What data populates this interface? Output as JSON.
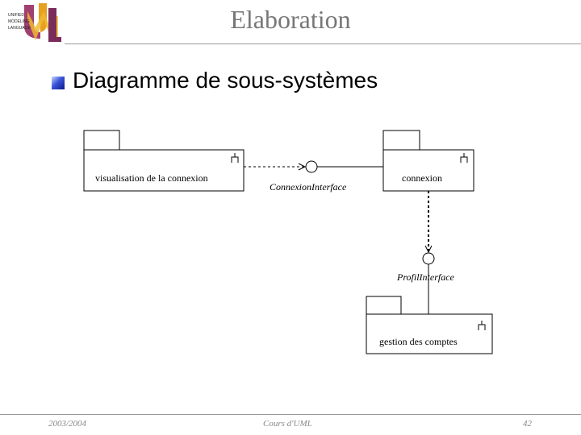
{
  "logo": {
    "lines": [
      "UNIFIED",
      "MODELING",
      "LANGUAGE"
    ]
  },
  "header": {
    "title": "Elaboration"
  },
  "slide": {
    "subtitle": "Diagramme de sous-systèmes"
  },
  "diagram": {
    "packages": {
      "visualisation": "visualisation de la connexion",
      "connexion": "connexion",
      "gestion": "gestion des comptes"
    },
    "interfaces": {
      "connexion_interface": "ConnexionInterface",
      "profil_interface": "ProfilInterface"
    }
  },
  "footer": {
    "date": "2003/2004",
    "course": "Cours d'UML",
    "page": "42"
  }
}
